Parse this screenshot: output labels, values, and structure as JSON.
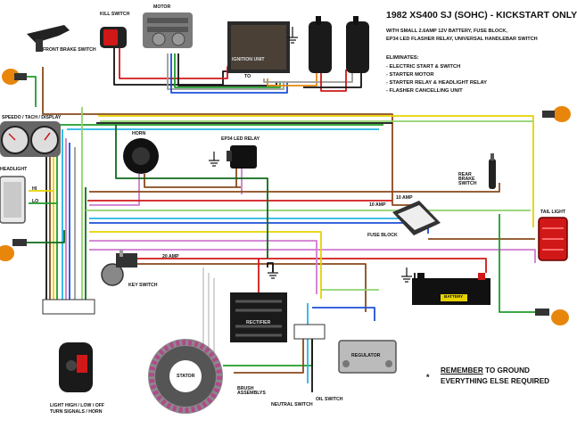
{
  "title": "1982 XS400 SJ (SOHC) - KICKSTART ONLY",
  "subtitle_lines": [
    "WITH SMALL 2.6AMP 12V BATTERY, FUSE BLOCK,",
    "EP34 LED FLASHER RELAY, UNIVERSAL HANDLEBAR SWITCH"
  ],
  "eliminates": {
    "heading": "ELIMINATES:",
    "items": [
      "- ELECTRIC START & SWITCH",
      "- STARTER MOTOR",
      "- STARTER RELAY & HEADLIGHT RELAY",
      "- FLASHER CANCELLING UNIT"
    ]
  },
  "remember": {
    "word": "REMEMBER",
    "rest": " TO GROUND",
    "line2": "EVERYTHING ELSE REQUIRED",
    "star": "*"
  },
  "components": {
    "kill_switch": "KILL SWITCH",
    "motor": "MOTOR",
    "front_brake_switch": "FRONT BRAKE SWITCH",
    "ignition_unit": "IGNITION UNIT",
    "to": "TO",
    "coil": "COILS",
    "speedo": "SPEEDO / TACH / DISPLAY",
    "horn": "HORN",
    "ep34": "EP34 LED RELAY",
    "headlight": "HEADLIGHT",
    "hi": "HI",
    "lo": "LO",
    "rear_brake_switch": "REAR BRAKE SWITCH",
    "fuse_block": "FUSE BLOCK",
    "amp10_a": "10 AMP",
    "amp10_b": "10 AMP",
    "amp20": "20 AMP",
    "tail_light": "TAIL LIGHT",
    "key_switch": "KEY SWITCH",
    "rectifier": "RECTIFIER",
    "battery": "BATTERY",
    "stator": "STATOR",
    "brush_assemblys": "BRUSH ASSEMBLYS",
    "regulator": "REGULATOR",
    "neutral_switch": "NEUTRAL SWITCH",
    "oil_switch": "OIL SWITCH",
    "handlebar_switch": "LIGHT HIGH / LOW / OFF TURN SIGNALS / HORN"
  },
  "colors": {
    "black": "#111111",
    "brown": "#8a4a1c",
    "red": "#d01818",
    "orange": "#e8860c",
    "yellow": "#e8d200",
    "green": "#1f9c2a",
    "light_green": "#8fd36b",
    "blue": "#1d4fd8",
    "sky": "#25b5e6",
    "pink": "#d07ad0",
    "gray": "#9a9a9a",
    "white_wire": "#cfcfcf"
  }
}
